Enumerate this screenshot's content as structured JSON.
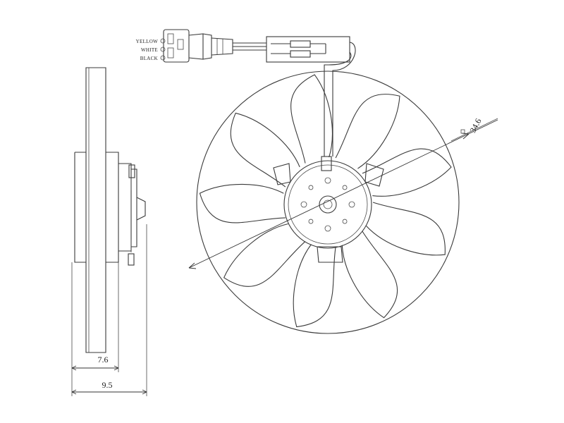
{
  "connector": {
    "wires": [
      {
        "label": "YELLOW"
      },
      {
        "label": "WHITE"
      },
      {
        "label": "BLACK"
      }
    ]
  },
  "dimensions": {
    "fan_thickness": "7.6",
    "total_depth": "9.5",
    "diameter": "34.6"
  }
}
